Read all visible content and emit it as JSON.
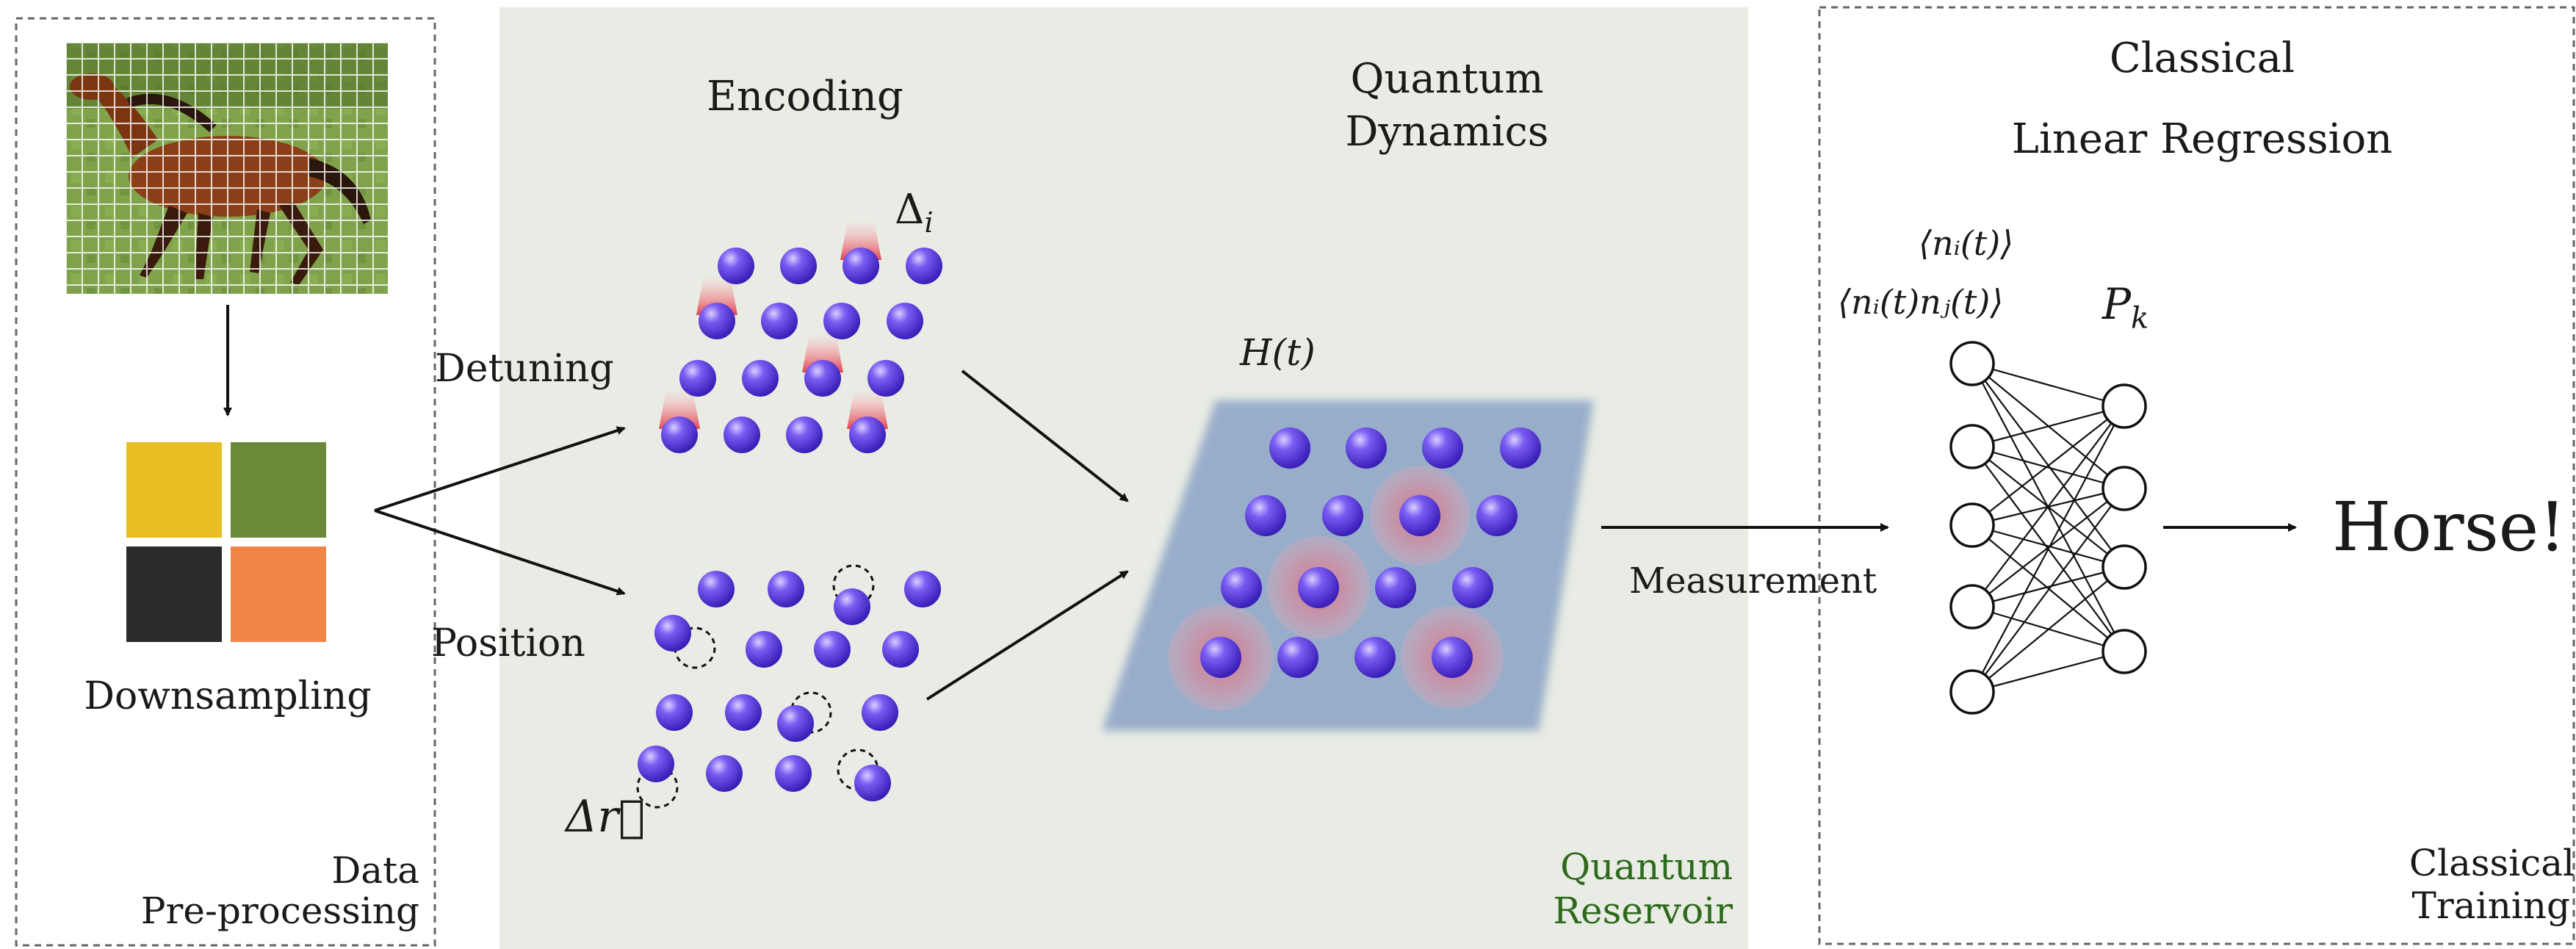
{
  "panels": {
    "preprocessing_label_line1": "Data",
    "preprocessing_label_line2": "Pre-processing",
    "reservoir_label_line1": "Quantum",
    "reservoir_label_line2": "Reservoir",
    "training_label_line1": "Classical",
    "training_label_line2": "Training"
  },
  "preprocessing": {
    "downsampling_label": "Downsampling",
    "downsample_colors": [
      "#e7bf23",
      "#6a8a3a",
      "#2b2b2b",
      "#ef8547"
    ]
  },
  "encoding": {
    "title": "Encoding",
    "detuning_label": "Detuning",
    "position_label": "Position",
    "delta_i_label": "Δ",
    "delta_i_sub": "i",
    "delta_r_label": "Δr⃗"
  },
  "dynamics": {
    "title_line1": "Quantum",
    "title_line2": "Dynamics",
    "hamiltonian_label": "H(t)",
    "measurement_label": "Measurement"
  },
  "regression": {
    "title_line1": "Classical",
    "title_line2": "Linear Regression",
    "obs1": "⟨nᵢ(t)⟩",
    "obs2": "⟨nᵢ(t)nⱼ(t)⟩",
    "output_label": "P",
    "output_sub": "k",
    "result": "Horse!"
  },
  "colors": {
    "reservoir_bg": "#e9ece4",
    "atom": "#5a3ae0",
    "excitation": "#e8707a",
    "lattice": "#8aa3c6",
    "label_green": "#2e6a1c"
  }
}
